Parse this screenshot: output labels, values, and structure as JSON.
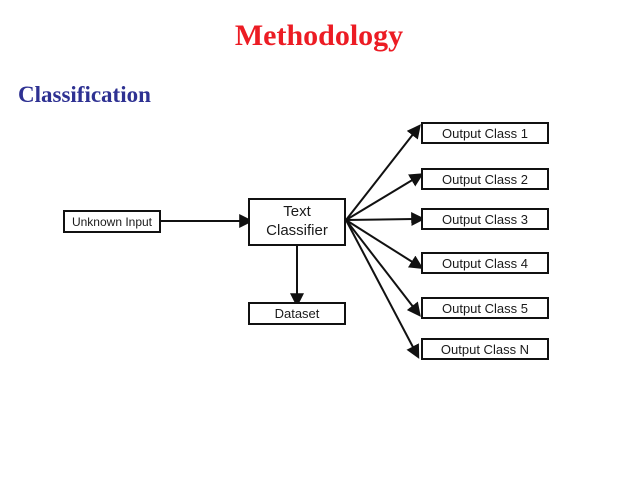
{
  "slide": {
    "title": "Methodology",
    "subtitle": "Classification"
  },
  "colors": {
    "title_red": "#EC1C24",
    "subtitle_navy": "#2E3192",
    "line_black": "#111111",
    "slide_bg": "#FFFFFF"
  },
  "diagram": {
    "input": {
      "label": "Unknown Input"
    },
    "classifier": {
      "label": "Text Classifier"
    },
    "dataset": {
      "label": "Dataset"
    },
    "outputs": [
      {
        "label": "Output Class 1"
      },
      {
        "label": "Output Class 2"
      },
      {
        "label": "Output Class 3"
      },
      {
        "label": "Output Class 4"
      },
      {
        "label": "Output Class 5"
      },
      {
        "label": "Output Class N"
      }
    ],
    "connections": [
      {
        "from": "Unknown Input",
        "to": "Text Classifier",
        "type": "arrow"
      },
      {
        "from": "Text Classifier",
        "to": "Dataset",
        "type": "arrow"
      },
      {
        "from": "Text Classifier",
        "to": "Output Class 1",
        "type": "arrow"
      },
      {
        "from": "Text Classifier",
        "to": "Output Class 2",
        "type": "arrow"
      },
      {
        "from": "Text Classifier",
        "to": "Output Class 3",
        "type": "arrow"
      },
      {
        "from": "Text Classifier",
        "to": "Output Class 4",
        "type": "arrow"
      },
      {
        "from": "Text Classifier",
        "to": "Output Class 5",
        "type": "arrow"
      },
      {
        "from": "Text Classifier",
        "to": "Output Class N",
        "type": "arrow"
      }
    ]
  }
}
